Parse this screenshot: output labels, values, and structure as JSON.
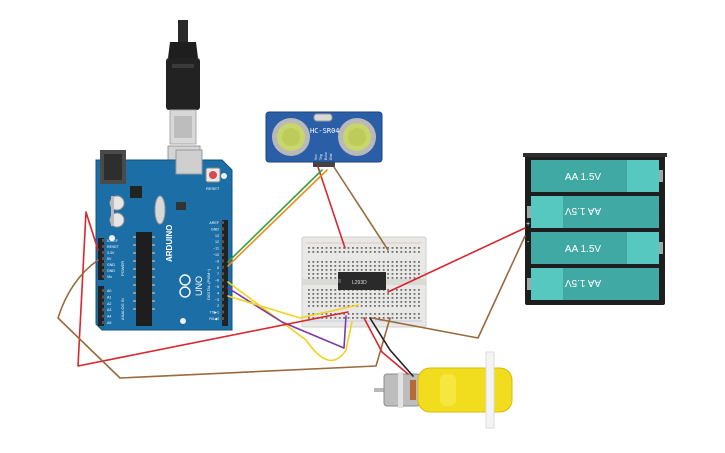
{
  "arduino": {
    "brand": "ARDUINO",
    "model": "UNO",
    "reset_label": "RESET",
    "header_digital_label": "DIGITAL (PWM~)",
    "header_power_label": "POWER",
    "header_analog_label": "ANALOG IN",
    "power_pins": [
      "IOREF",
      "RESET",
      "3.3V",
      "5V",
      "GND",
      "GND",
      "Vin"
    ],
    "analog_pins": [
      "A0",
      "A1",
      "A2",
      "A3",
      "A4",
      "A5"
    ],
    "digital_pins": [
      "AREF",
      "GND",
      "13",
      "12",
      "~11",
      "~10",
      "~9",
      "8",
      "7",
      "~6",
      "~5",
      "4",
      "~3",
      "2",
      "TX▶1",
      "RX◀0"
    ]
  },
  "sensor": {
    "model": "HC-SR04",
    "pins": [
      "Vcc",
      "Trig",
      "Echo",
      "Gnd"
    ]
  },
  "chip": {
    "label": "L293D"
  },
  "battery": {
    "cells": [
      {
        "label": "AA 1.5V",
        "flipped": false
      },
      {
        "label": "AA 1.5V",
        "flipped": true
      },
      {
        "label": "AA 1.5V",
        "flipped": false
      },
      {
        "label": "AA 1.5V",
        "flipped": true
      }
    ],
    "plus": "+",
    "minus": "-"
  },
  "colors": {
    "arduino_board": "#1c6fa6",
    "sensor_board": "#2a5fa8",
    "motor_body": "#f2dc1e",
    "battery_cell": "#41a9a4",
    "battery_cap": "#56c8c0",
    "breadboard": "#e8e8e6",
    "wire_red": "#d9272e",
    "wire_brown": "#9a6a3c",
    "wire_yellow": "#f2d21c",
    "wire_purple": "#7a3aa8",
    "wire_green": "#3aa13a",
    "wire_orange": "#ee8a22",
    "wire_black": "#222222"
  }
}
